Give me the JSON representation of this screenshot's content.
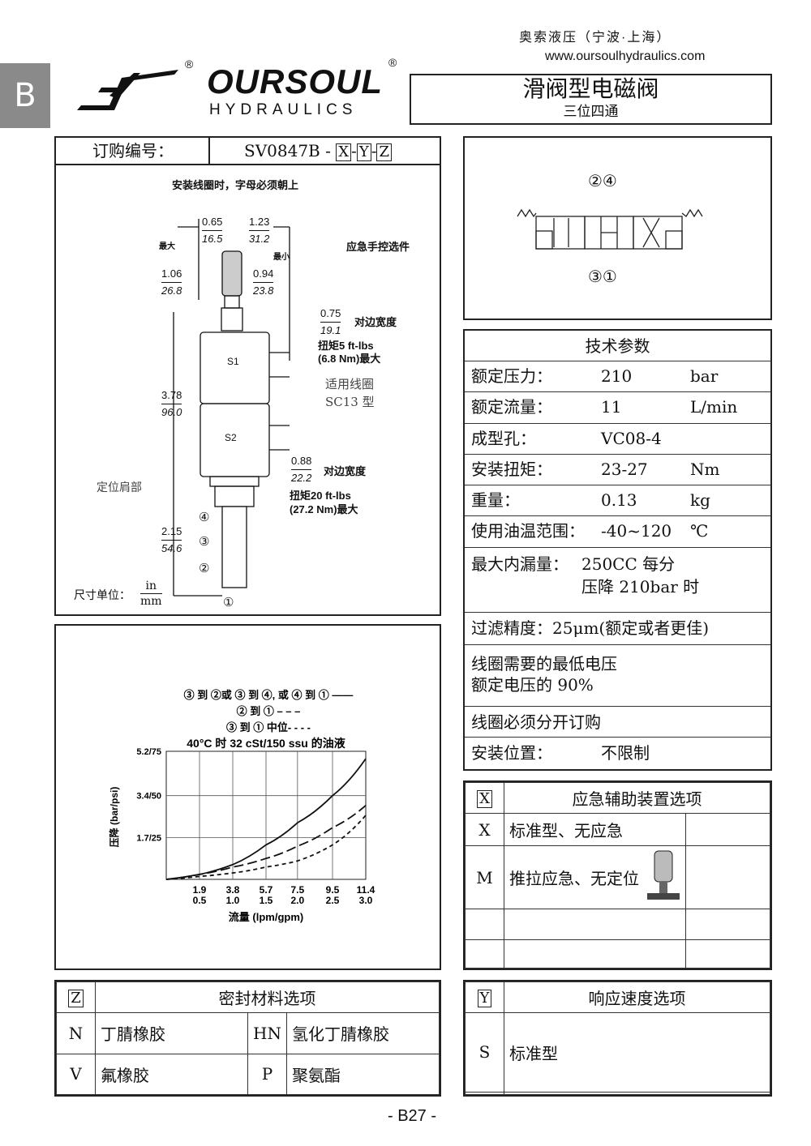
{
  "header": {
    "company_cn": "奥索液压（宁波·上海）",
    "website": "www.oursoulhydraulics.com",
    "brand": "OURSOUL",
    "brand_sub": "HYDRAULICS",
    "reg": "®",
    "section_tab": "B"
  },
  "title": {
    "main": "滑阀型电磁阀",
    "sub": "三位四通"
  },
  "order": {
    "label": "订购编号：",
    "code": "SV0847B -",
    "x": "X",
    "y": "Y",
    "z": "Z",
    "dash": "-"
  },
  "drawing": {
    "note": "安装线圈时，字母必须朝上",
    "dims": [
      "0.65",
      "16.5",
      "1.23",
      "31.2",
      "1.06",
      "26.8",
      "0.94",
      "23.8",
      "0.75",
      "19.1",
      "3.78",
      "96.0",
      "0.88",
      "22.2",
      "2.15",
      "54.6"
    ],
    "max": "最大",
    "min": "最小",
    "manual": "应急手控选件",
    "flats1": "对边宽度",
    "torque1a": "扭矩5 ft-lbs",
    "torque1b": "(6.8 Nm)最大",
    "coil_a": "适用线圈",
    "coil_b": "SC13 型",
    "flats2": "对边宽度",
    "torque2a": "扭矩20 ft-lbs",
    "torque2b": "(27.2 Nm)最大",
    "shoulder": "定位肩部",
    "unit_label": "尺寸单位：",
    "unit_in": "in",
    "unit_mm": "mm",
    "s1": "S1",
    "s2": "S2",
    "p4": "④",
    "p3": "③",
    "p2": "②",
    "p1": "①"
  },
  "symbol": {
    "top": "②④",
    "bottom": "③①"
  },
  "specs": {
    "title": "技术参数",
    "rows": [
      {
        "label": "额定压力：",
        "value": "210",
        "unit": "bar"
      },
      {
        "label": "额定流量：",
        "value": "11",
        "unit": "L/min"
      },
      {
        "label": "成型孔：",
        "value": "VC08-4",
        "unit": ""
      },
      {
        "label": "安装扭矩：",
        "value": "23-27",
        "unit": "Nm"
      },
      {
        "label": "重量：",
        "value": "0.13",
        "unit": "kg"
      },
      {
        "label": "使用油温范围：",
        "value": "-40~120",
        "unit": "℃"
      }
    ],
    "leak_label": "最大内漏量：",
    "leak_1": "250CC 每分",
    "leak_2": "压降 210bar 时",
    "filter": "过滤精度：25μm(额定或者更佳)",
    "volt_1": "线圈需要的最低电压",
    "volt_2": "额定电压的 90%",
    "coil_order": "线圈必须分开订购",
    "mount_label": "安装位置：",
    "mount_value": "不限制"
  },
  "x_options": {
    "key": "X",
    "title": "应急辅助装置选项",
    "rows": [
      {
        "code": "X",
        "desc": "标准型、无应急"
      },
      {
        "code": "M",
        "desc": "推拉应急、无定位"
      }
    ]
  },
  "z_options": {
    "key": "Z",
    "title": "密封材料选项",
    "rows": [
      {
        "c1": "N",
        "d1": "丁腈橡胶",
        "c2": "HN",
        "d2": "氢化丁腈橡胶"
      },
      {
        "c1": "V",
        "d1": "氟橡胶",
        "c2": "P",
        "d2": "聚氨酯"
      }
    ]
  },
  "y_options": {
    "key": "Y",
    "title": "响应速度选项",
    "rows": [
      {
        "code": "S",
        "desc": "标准型"
      }
    ]
  },
  "chart_data": {
    "type": "line",
    "title": "40°C 时 32 cSt/150 ssu 的油液",
    "legend": [
      "③ 到 ②或 ③ 到 ④, 或 ④ 到 ① ——",
      "② 到 ① – – –",
      "③ 到 ① 中位- - - -"
    ],
    "xlabel": "流量 (lpm/gpm)",
    "ylabel": "压降 (bar/psi)",
    "xticks_lpm": [
      "1.9",
      "3.8",
      "5.7",
      "7.5",
      "9.5",
      "11.4"
    ],
    "xticks_gpm": [
      "0.5",
      "1.0",
      "1.5",
      "2.0",
      "2.5",
      "3.0"
    ],
    "yticks": [
      "1.7/25",
      "3.4/50",
      "5.2/75"
    ],
    "xlim": [
      0,
      11.4
    ],
    "ylim": [
      0,
      5.2
    ],
    "grid": true,
    "x": [
      0,
      1.9,
      3.8,
      5.7,
      7.5,
      9.5,
      11.4
    ],
    "series": [
      {
        "name": "solid",
        "style": "solid",
        "values": [
          0,
          0.2,
          0.6,
          1.4,
          2.3,
          3.4,
          4.9
        ]
      },
      {
        "name": "dashed",
        "style": "dashed",
        "values": [
          0,
          0.2,
          0.5,
          0.85,
          1.35,
          2.1,
          3.0
        ]
      },
      {
        "name": "dotted",
        "style": "dotted",
        "values": [
          0,
          0.12,
          0.26,
          0.5,
          0.75,
          1.4,
          2.6
        ]
      }
    ]
  },
  "footer": {
    "page": "- B27 -"
  }
}
